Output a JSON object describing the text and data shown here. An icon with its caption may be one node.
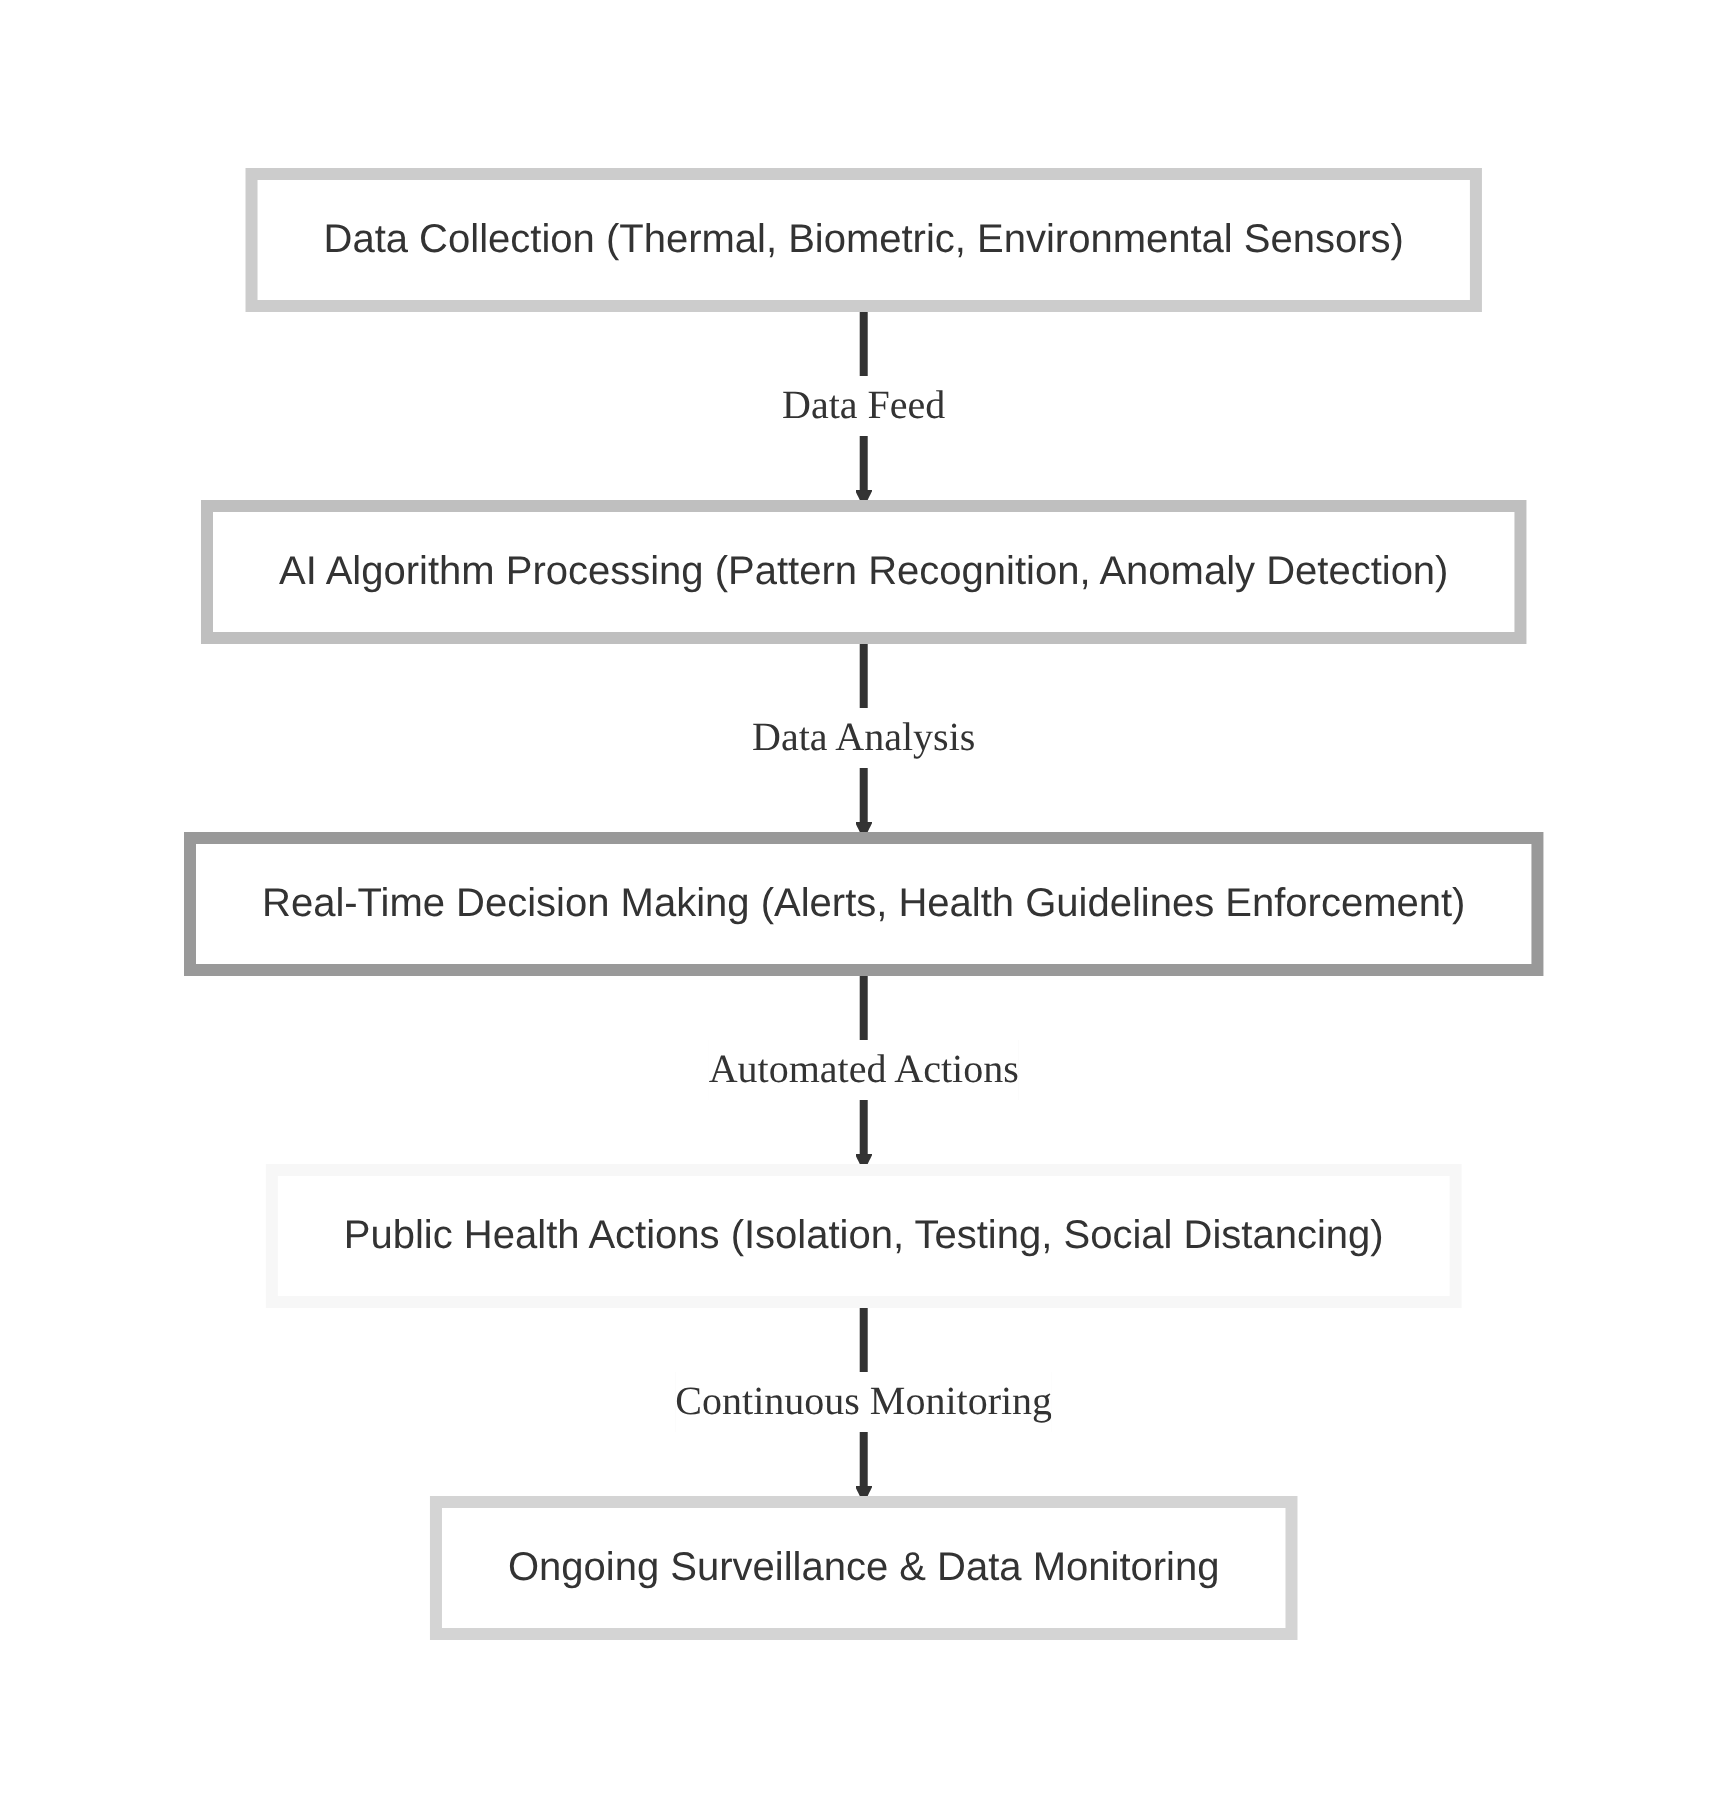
{
  "diagram": {
    "nodes": [
      {
        "text": [
          "Data Collection (Thermal, Biometric, Environmental Sensors)"
        ]
      },
      {
        "text": [
          "AI Algorithm Processing (Pattern Recognition, Anomaly Detection)"
        ]
      },
      {
        "text": [
          "Real-Time Decision Making (Alerts, Health Guidelines Enforcement)"
        ]
      },
      {
        "text": [
          "Public Health Actions (Isolation, Testing, Social Distancing)"
        ]
      },
      {
        "text": [
          "Ongoing Surveillance & Data Monitoring"
        ]
      }
    ],
    "edges": [
      {
        "from": 0,
        "to": 1,
        "arrow": "to",
        "label": "Data Feed"
      },
      {
        "from": 1,
        "to": 2,
        "arrow": "to",
        "label": "Data Analysis"
      },
      {
        "from": 2,
        "to": 3,
        "arrow": "to",
        "label": "Automated Actions"
      },
      {
        "from": 3,
        "to": 4,
        "arrow": "to",
        "label": "Continuous Monitoring"
      }
    ]
  }
}
